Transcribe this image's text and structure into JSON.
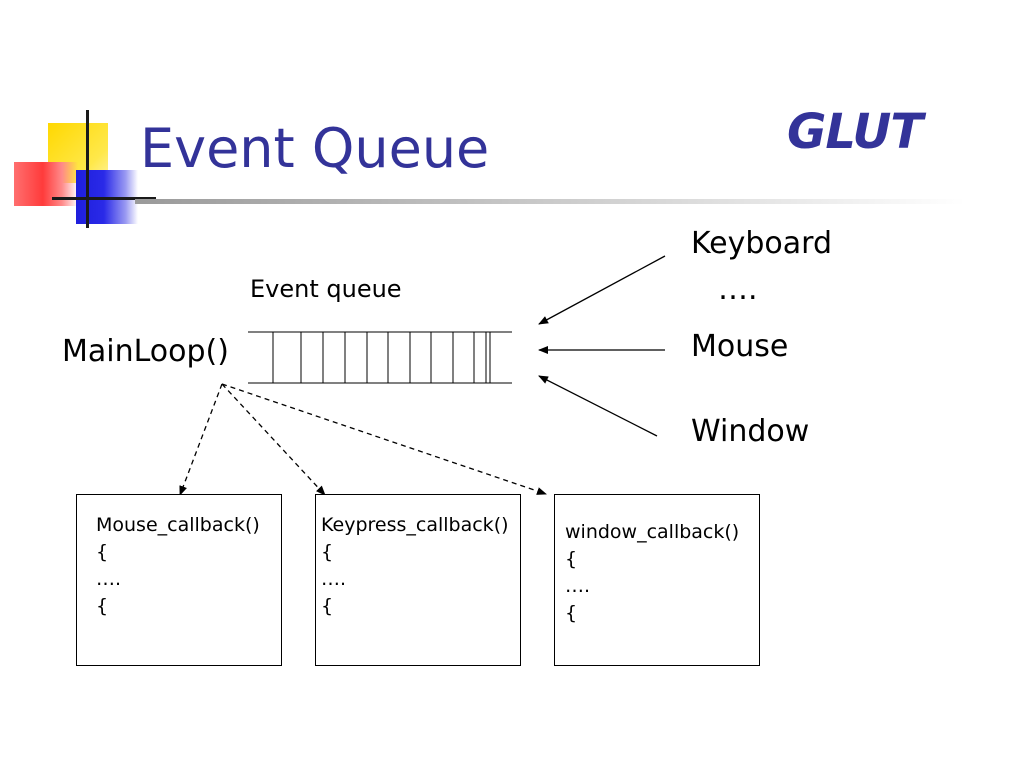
{
  "title": "Event Queue",
  "logo_text": "GLUT",
  "main_loop_label": "MainLoop()",
  "event_queue_label": "Event queue",
  "sources": {
    "keyboard": "Keyboard",
    "ellipsis": "….",
    "mouse": "Mouse",
    "window": "Window"
  },
  "callbacks": [
    {
      "name": "Mouse_callback()",
      "line1": "{",
      "line2": "….",
      "line3": "{"
    },
    {
      "name": "Keypress_callback()",
      "line1": "{",
      "line2": "….",
      "line3": "{"
    },
    {
      "name": "window_callback()",
      "line1": "{",
      "line2": "….",
      "line3": "{"
    }
  ],
  "colors": {
    "title": "#333399",
    "logo": "#333399",
    "accent_yellow": "#ffd800",
    "accent_red": "#ff3b3b",
    "accent_blue": "#2a2ae8"
  },
  "icons": [
    "corner-decoration"
  ]
}
